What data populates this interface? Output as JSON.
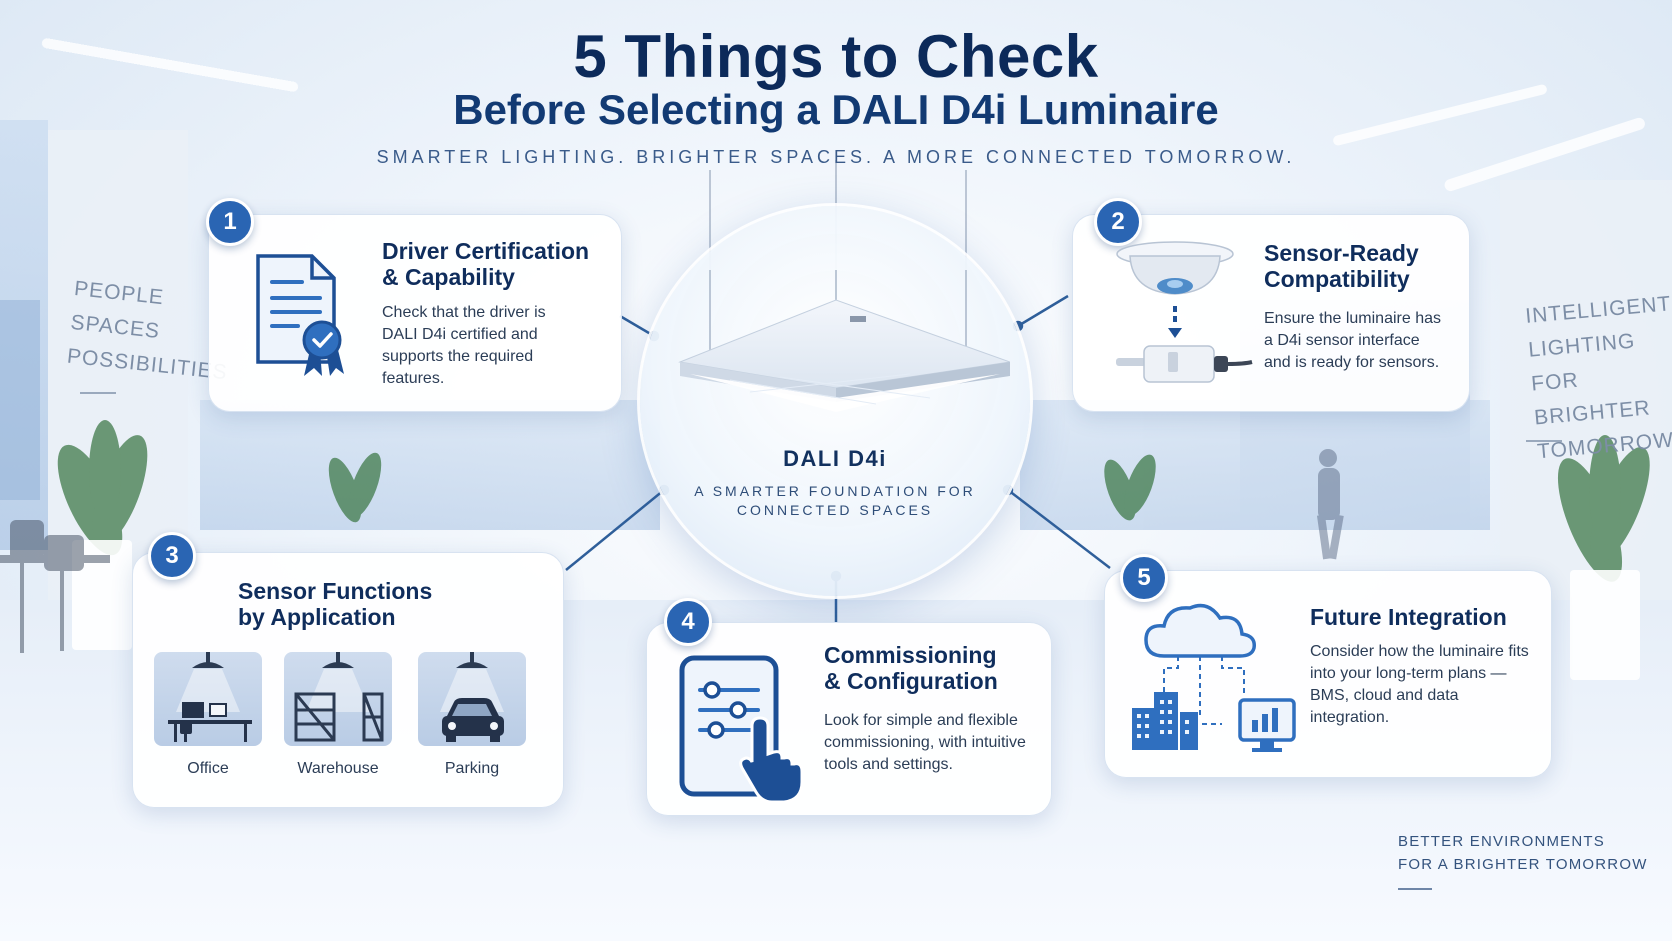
{
  "header": {
    "title": "5 Things to Check",
    "subtitle": "Before Selecting a DALI D4i Luminaire",
    "tagline": "SMARTER LIGHTING. BRIGHTER SPACES. A MORE CONNECTED TOMORROW."
  },
  "wall_left": [
    "PEOPLE",
    "SPACES",
    "POSSIBILITIES"
  ],
  "wall_right": [
    "INTELLIGENT",
    "LIGHTING",
    "FOR BRIGHTER",
    "TOMORROWS"
  ],
  "center": {
    "title": "DALI D4i",
    "subtitle": "A SMARTER FOUNDATION FOR CONNECTED SPACES"
  },
  "cards": [
    {
      "number": "1",
      "title_line1": "Driver Certification",
      "title_line2": "& Capability",
      "desc": "Check that the driver is DALI D4i certified and supports the required features.",
      "icon": "certificate-icon"
    },
    {
      "number": "2",
      "title_line1": "Sensor-Ready",
      "title_line2": "Compatibility",
      "desc": "Ensure the luminaire has a D4i sensor interface and is ready for sensors.",
      "icon": "sensor-icon"
    },
    {
      "number": "3",
      "title_line1": "Sensor Functions",
      "title_line2": "by Application",
      "applications": [
        "Office",
        "Warehouse",
        "Parking"
      ],
      "icon": "application-icon"
    },
    {
      "number": "4",
      "title_line1": "Commissioning",
      "title_line2": "& Configuration",
      "desc": "Look for simple and flexible commissioning, with intuitive tools and settings.",
      "icon": "tablet-icon"
    },
    {
      "number": "5",
      "title_line1": "Future Integration",
      "title_line2": "",
      "desc": "Consider how the luminaire fits into your long-term plans — BMS, cloud and data integration.",
      "icon": "cloud-icon"
    }
  ],
  "footer": {
    "line1": "BETTER ENVIRONMENTS",
    "line2": "FOR A BRIGHTER TOMORROW"
  },
  "colors": {
    "accent": "#2a65b3",
    "navy": "#0f2d5c",
    "icon_blue": "#2f6fbf"
  }
}
